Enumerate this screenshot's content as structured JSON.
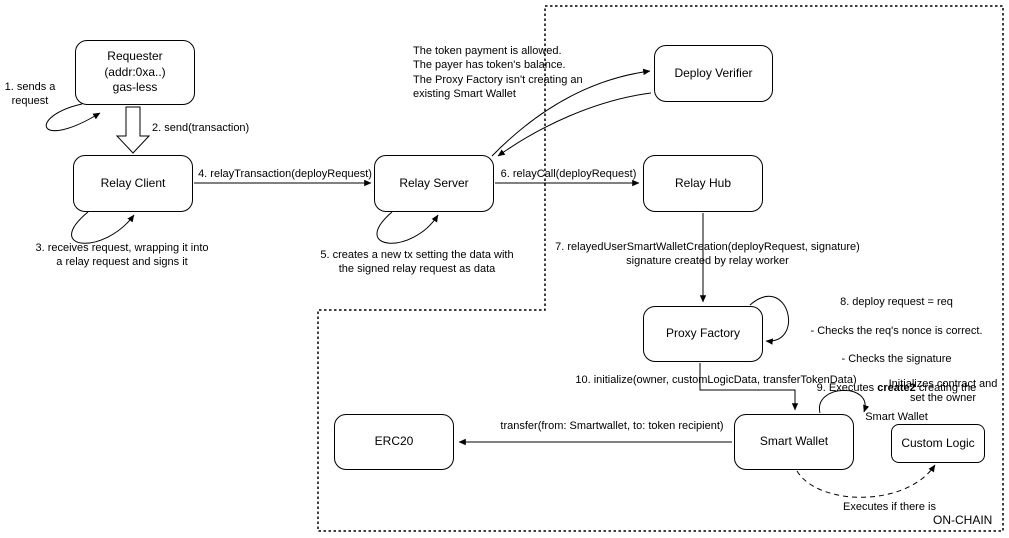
{
  "colors": {
    "stroke": "#000000",
    "background": "#ffffff"
  },
  "diagram": {
    "region_label": "ON-CHAIN",
    "nodes": {
      "requester": {
        "label": "Requester\n(addr:0xa..)\ngas-less"
      },
      "relay_client": {
        "label": "Relay Client"
      },
      "relay_server": {
        "label": "Relay Server"
      },
      "deploy_verifier": {
        "label": "Deploy Verifier"
      },
      "relay_hub": {
        "label": "Relay Hub"
      },
      "proxy_factory": {
        "label": "Proxy Factory"
      },
      "erc20": {
        "label": "ERC20"
      },
      "smart_wallet": {
        "label": "Smart Wallet"
      },
      "custom_logic": {
        "label": "Custom Logic"
      }
    },
    "annotations": {
      "step1": "1. sends a\nrequest",
      "step2": "2. send(transaction)",
      "step3": "3. receives request, wrapping it into\na relay request and signs it",
      "step4": "4. relayTransaction(deployRequest)",
      "step5": "5. creates a new tx setting the data with\nthe signed relay request as data",
      "step6": "6. relayCall(deployRequest)",
      "verifier_note": "The token payment is allowed.\nThe payer has token's balance.\nThe Proxy Factory isn't creating an\nexisting Smart Wallet",
      "step7": "7. relayedUserSmartWalletCreation(deployRequest, signature)\nsignature created by relay worker",
      "step8_line1": "8. deploy request = req",
      "step8_line2": "- Checks the req's nonce is correct.",
      "step8_line3": "- Checks the signature",
      "step9_pre": "9. Executes ",
      "step9_bold": "create2",
      "step9_post": " creating the",
      "step9_line2": "Smart Wallet",
      "step10": "10. initialize(owner, customLogicData, transferTokenData)",
      "init_note": "Initializes contract and\nset the owner",
      "transfer_label": "transfer(from: Smartwallet, to: token recipient)",
      "executes_note": "Executes if there is"
    }
  }
}
